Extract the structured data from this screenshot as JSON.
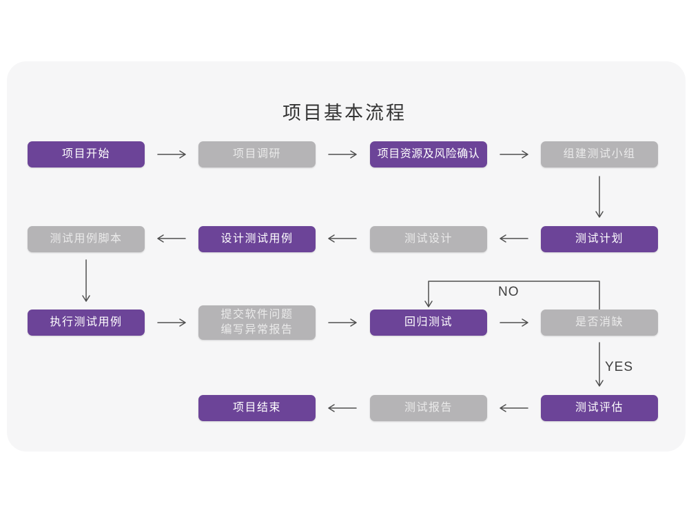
{
  "title": "项目基本流程",
  "colors": {
    "purple": "#6c4498",
    "gray": "#b5b4b6",
    "card-bg": "#f6f6f7",
    "arrow": "#4f4f4f",
    "title-color": "#333333",
    "node-text-purple": "#ffffff",
    "node-text-gray": "#eaeaea"
  },
  "flow_labels": {
    "no": "NO",
    "yes": "YES"
  },
  "nodes": [
    {
      "label": "项目开始",
      "variant": "purple"
    },
    {
      "label": "项目调研",
      "variant": "gray"
    },
    {
      "label": "项目资源及风险确认",
      "variant": "purple"
    },
    {
      "label": "组建测试小组",
      "variant": "gray"
    },
    {
      "label": "测试用例脚本",
      "variant": "gray"
    },
    {
      "label": "设计测试用例",
      "variant": "purple"
    },
    {
      "label": "测试设计",
      "variant": "gray"
    },
    {
      "label": "测试计划",
      "variant": "purple"
    },
    {
      "label": "执行测试用例",
      "variant": "purple"
    },
    {
      "label": "提交软件问题\n编写异常报告",
      "variant": "gray"
    },
    {
      "label": "回归测试",
      "variant": "purple"
    },
    {
      "label": "是否消缺",
      "variant": "gray"
    },
    {
      "label": "项目结束",
      "variant": "purple"
    },
    {
      "label": "测试报告",
      "variant": "gray"
    },
    {
      "label": "测试评估",
      "variant": "purple"
    }
  ]
}
